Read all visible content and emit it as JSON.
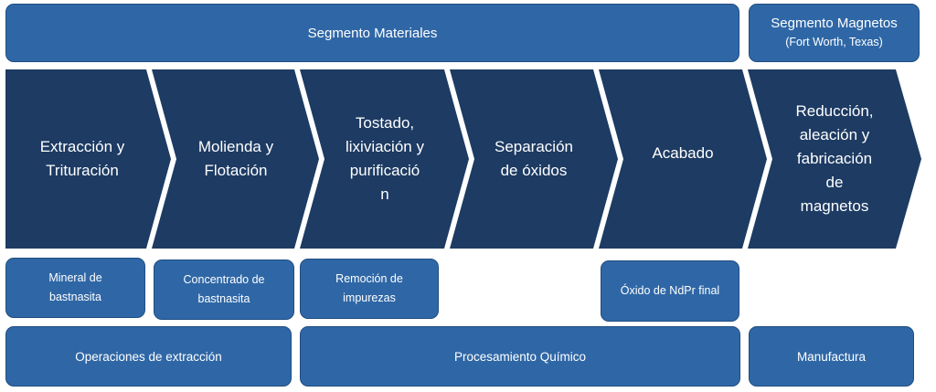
{
  "segments": {
    "materials": "Segmento Materiales",
    "magnets_title": "Segmento Magnetos",
    "magnets_location": "(Fort Worth, Texas)"
  },
  "stages": [
    {
      "lines": [
        "Extracción y",
        "Trituración"
      ]
    },
    {
      "lines": [
        "Molienda y",
        "Flotación"
      ]
    },
    {
      "lines": [
        "Tostado,",
        "lixiviación y",
        "purificació",
        "n"
      ]
    },
    {
      "lines": [
        "Separación",
        "de óxidos"
      ]
    },
    {
      "lines": [
        "Acabado"
      ]
    },
    {
      "lines": [
        "Reducción,",
        "aleación y",
        "fabricación",
        "de",
        "magnetos"
      ]
    }
  ],
  "products": {
    "p1": [
      "Mineral de",
      "bastnasita"
    ],
    "p2": [
      "Concentrado de",
      "bastnasita"
    ],
    "p3": [
      "Remoción de",
      "impurezas"
    ],
    "p5": "Óxido de NdPr final"
  },
  "operations": {
    "extraction": "Operaciones de extracción",
    "chemical": "Procesamiento Químico",
    "manufacturing": "Manufactura"
  },
  "colors": {
    "chevron": "#1d3b63",
    "box": "#2f67a6"
  }
}
